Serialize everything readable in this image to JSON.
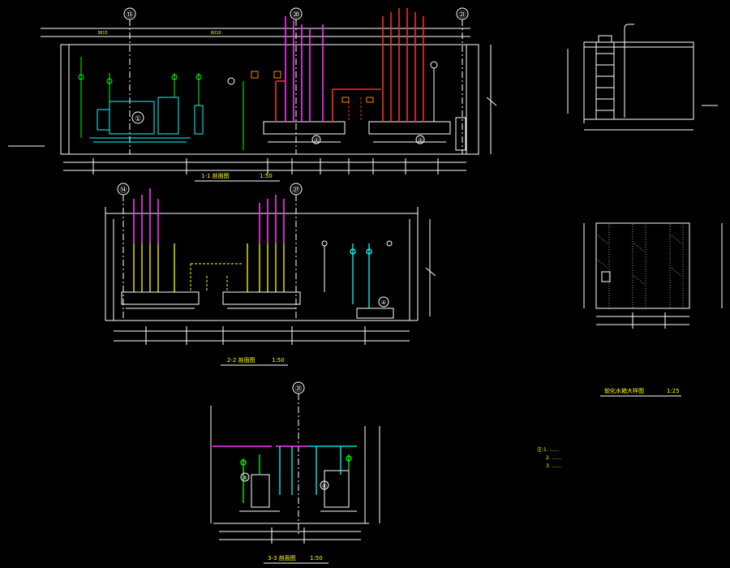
{
  "drawing": {
    "colors": {
      "background": "#000000",
      "pipe_magenta": "#ff33ff",
      "pipe_red": "#ff2a2a",
      "pipe_yellow": "#ffff00",
      "pipe_cyan": "#00ffff",
      "pipe_green": "#00ff00",
      "frame_white": "#ffffff"
    },
    "section_1_1": {
      "title": "1-1 剖面图",
      "scale": "1:50",
      "grid_labels": [
        "⑮",
        "⑳",
        "㉑"
      ],
      "equipment_labels": [
        "①",
        "②",
        "③"
      ],
      "left_dims": [
        "3815",
        "6010"
      ]
    },
    "section_2_2": {
      "title": "2-2 剖面图",
      "scale": "1:50",
      "grid_labels": [
        "⑭",
        "㉗"
      ],
      "equipment_labels": [
        "④"
      ]
    },
    "section_3_3": {
      "title": "3-3 剖面图",
      "scale": "1:50",
      "grid_labels": [
        "㉛"
      ],
      "equipment_labels": [
        "⑤",
        "⑥"
      ]
    },
    "tank_detail": {
      "title": "软化水箱大样图",
      "scale": "1:25"
    },
    "notes": {
      "lines": [
        "注:1. ......",
        "2. ......",
        "3. ......"
      ]
    }
  }
}
